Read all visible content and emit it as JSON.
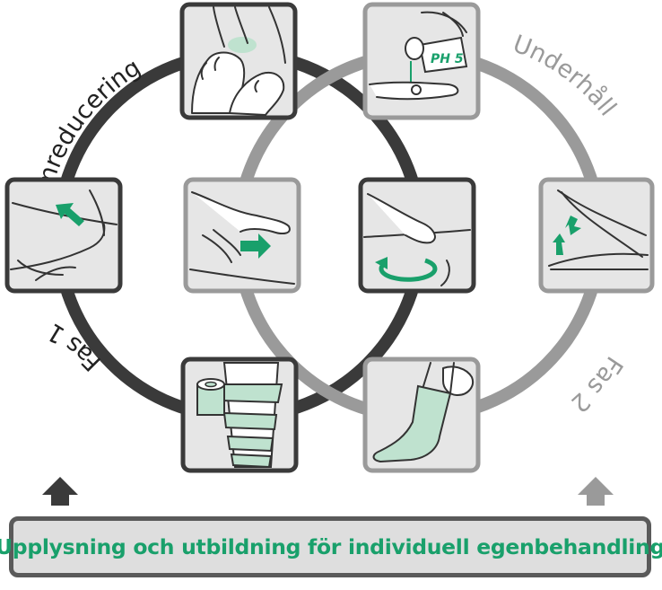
{
  "labels": {
    "odemreducering": "Ödemreducering",
    "underhall": "Underhåll",
    "fas1": "Fas 1",
    "fas2": "Fas 2",
    "ph": "PH 5"
  },
  "banner": {
    "text": "Upplysning och utbildning för individuell egenbehandling"
  },
  "colors": {
    "dark": "#3a3a3a",
    "light": "#9a9a9a",
    "accent": "#19a06b",
    "fill": "#bfe2cf",
    "panel": "#e6e6e6"
  }
}
